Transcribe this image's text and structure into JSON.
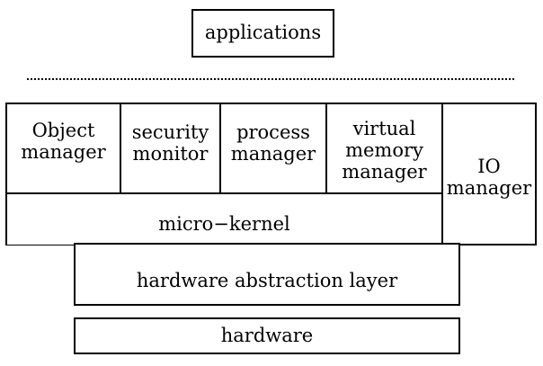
{
  "layers": {
    "applications": "applications",
    "object_manager": "Object\nmanager",
    "security_monitor": "security\nmonitor",
    "process_manager": "process\nmanager",
    "virtual_memory_manager": "virtual\nmemory\nmanager",
    "io_manager": "IO\nmanager",
    "micro_kernel": "micro−kernel",
    "hal": "hardware abstraction layer",
    "hardware": "hardware"
  }
}
